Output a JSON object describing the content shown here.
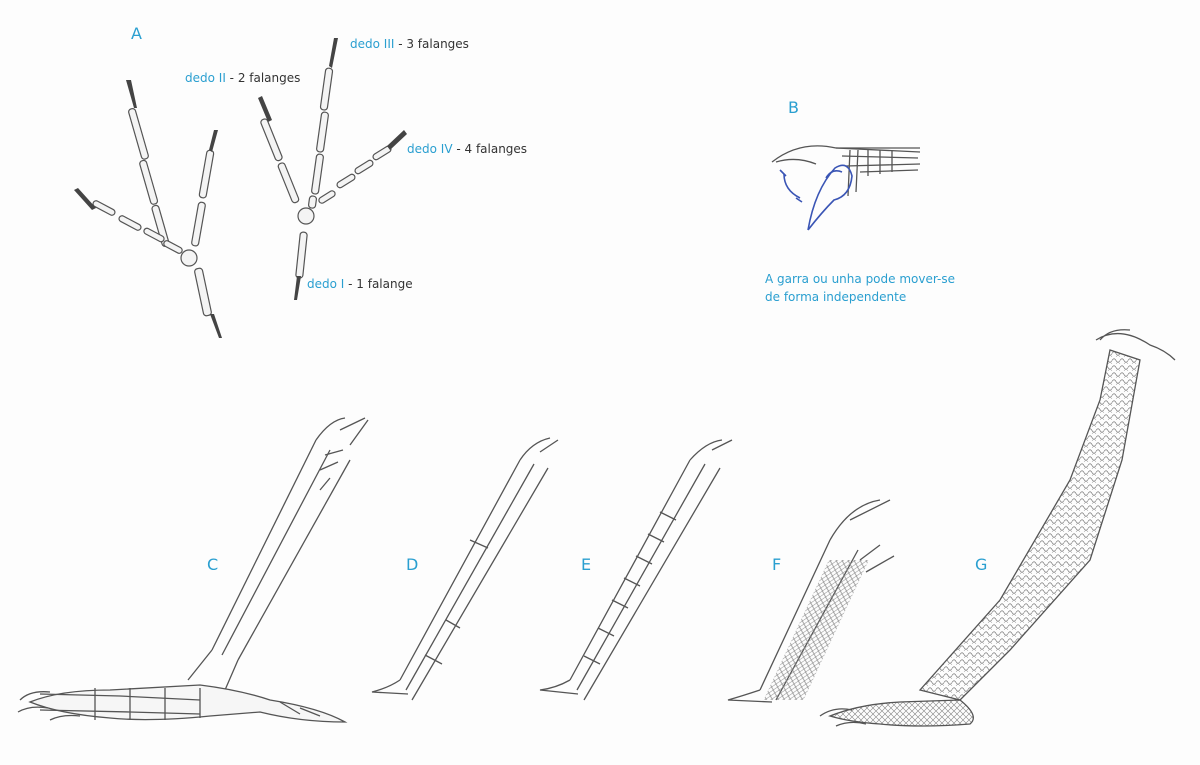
{
  "panels": {
    "a": "A",
    "b": "B",
    "c": "C",
    "d": "D",
    "e": "E",
    "f": "F",
    "g": "G"
  },
  "toes": [
    {
      "name": "dedo II",
      "desc": " - 2 falanges"
    },
    {
      "name": "dedo III",
      "desc": " - 3 falanges"
    },
    {
      "name": "dedo IV",
      "desc": " - 4 falanges"
    },
    {
      "name": "dedo I",
      "desc": " - 1 falange"
    }
  ],
  "caption_b": {
    "line1": "A garra ou unha pode mover-se",
    "line2": "de forma independente"
  },
  "colors": {
    "label": "#2a9fd0",
    "claw_blue": "#3a55b5",
    "pencil": "#555555"
  }
}
